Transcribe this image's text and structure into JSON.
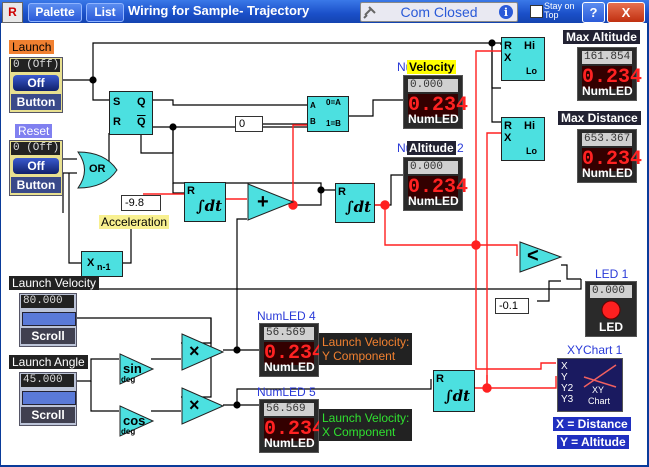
{
  "titlebar": {
    "app_icon": "R",
    "palette_label": "Palette",
    "list_label": "List",
    "title": "Wiring for  Sample- Trajectory",
    "com_status": "Com Closed",
    "stay_on_top": "Stay on Top",
    "help_label": "?",
    "close_label": "X"
  },
  "controls": {
    "launch": {
      "label": "Launch",
      "value": "0 (Off)",
      "button": "Off",
      "footer": "Button"
    },
    "reset": {
      "label": "Reset",
      "value": "0 (Off)",
      "button": "Off",
      "footer": "Button"
    },
    "launch_velocity": {
      "label": "Launch Velocity",
      "value": "80.000",
      "footer": "Scroll"
    },
    "launch_angle": {
      "label": "Launch Angle",
      "value": "45.000",
      "footer": "Scroll"
    }
  },
  "constants": {
    "acceleration_value": "-9.8",
    "acceleration_label": "Acceleration",
    "zero_value": "0",
    "threshold_value": "-0.1"
  },
  "blocks": {
    "sr_s": "S",
    "sr_r": "R",
    "sr_q": "Q",
    "sr_qbar": "Q",
    "or_label": "OR",
    "integral": "∫dt",
    "reset_pin": "R",
    "plus": "+",
    "times": "×",
    "sin": "sin",
    "cos": "cos",
    "deg": "deg",
    "delay": "X",
    "delay_sub": "n-1",
    "less_than": "<",
    "mux_a": "A",
    "mux_b": "B",
    "mux_0": "0=A",
    "mux_1": "1=B",
    "hilo_r": "R",
    "hilo_x": "X",
    "hilo_hi": "Hi",
    "hilo_lo": "Lo"
  },
  "leds": {
    "velocity": {
      "title": "Velocity",
      "prefix": "Nu",
      "top": "0.000",
      "digits": "0.234",
      "footer": "NumLED"
    },
    "altitude": {
      "title": "Altitude",
      "prefix": "Nu",
      "suffix": "2",
      "top": "0.000",
      "digits": "0.234",
      "footer": "NumLED"
    },
    "max_altitude": {
      "title": "Max Altitude",
      "top": "161.854",
      "digits": "0.234",
      "footer": "NumLED"
    },
    "max_distance": {
      "title": "Max Distance",
      "top": "653.367",
      "digits": "0.234",
      "footer": "NumLED"
    },
    "numled4": {
      "title": "NumLED 4",
      "top": "56.569",
      "digits": "0.234",
      "footer": "NumLED"
    },
    "numled5": {
      "title": "NumLED 5",
      "top": "56.569",
      "digits": "0.234",
      "footer": "NumLED"
    }
  },
  "led1": {
    "title": "LED 1",
    "value": "0.000",
    "footer": "LED"
  },
  "xychart": {
    "title": "XYChart 1",
    "pins": [
      "X",
      "Y",
      "Y2",
      "Y3"
    ],
    "inner_1": "XY",
    "inner_2": "Chart",
    "note_x": "X = Distance",
    "note_y": "Y = Altitude"
  },
  "notes": {
    "y_component": "Launch Velocity:\nY Component",
    "x_component": "Launch Velocity:\nX Component"
  },
  "colors": {
    "wire": "#000000",
    "active_wire": "#ff2020",
    "block": "#4ce0e0",
    "titlebar": "#1a4fc8"
  }
}
